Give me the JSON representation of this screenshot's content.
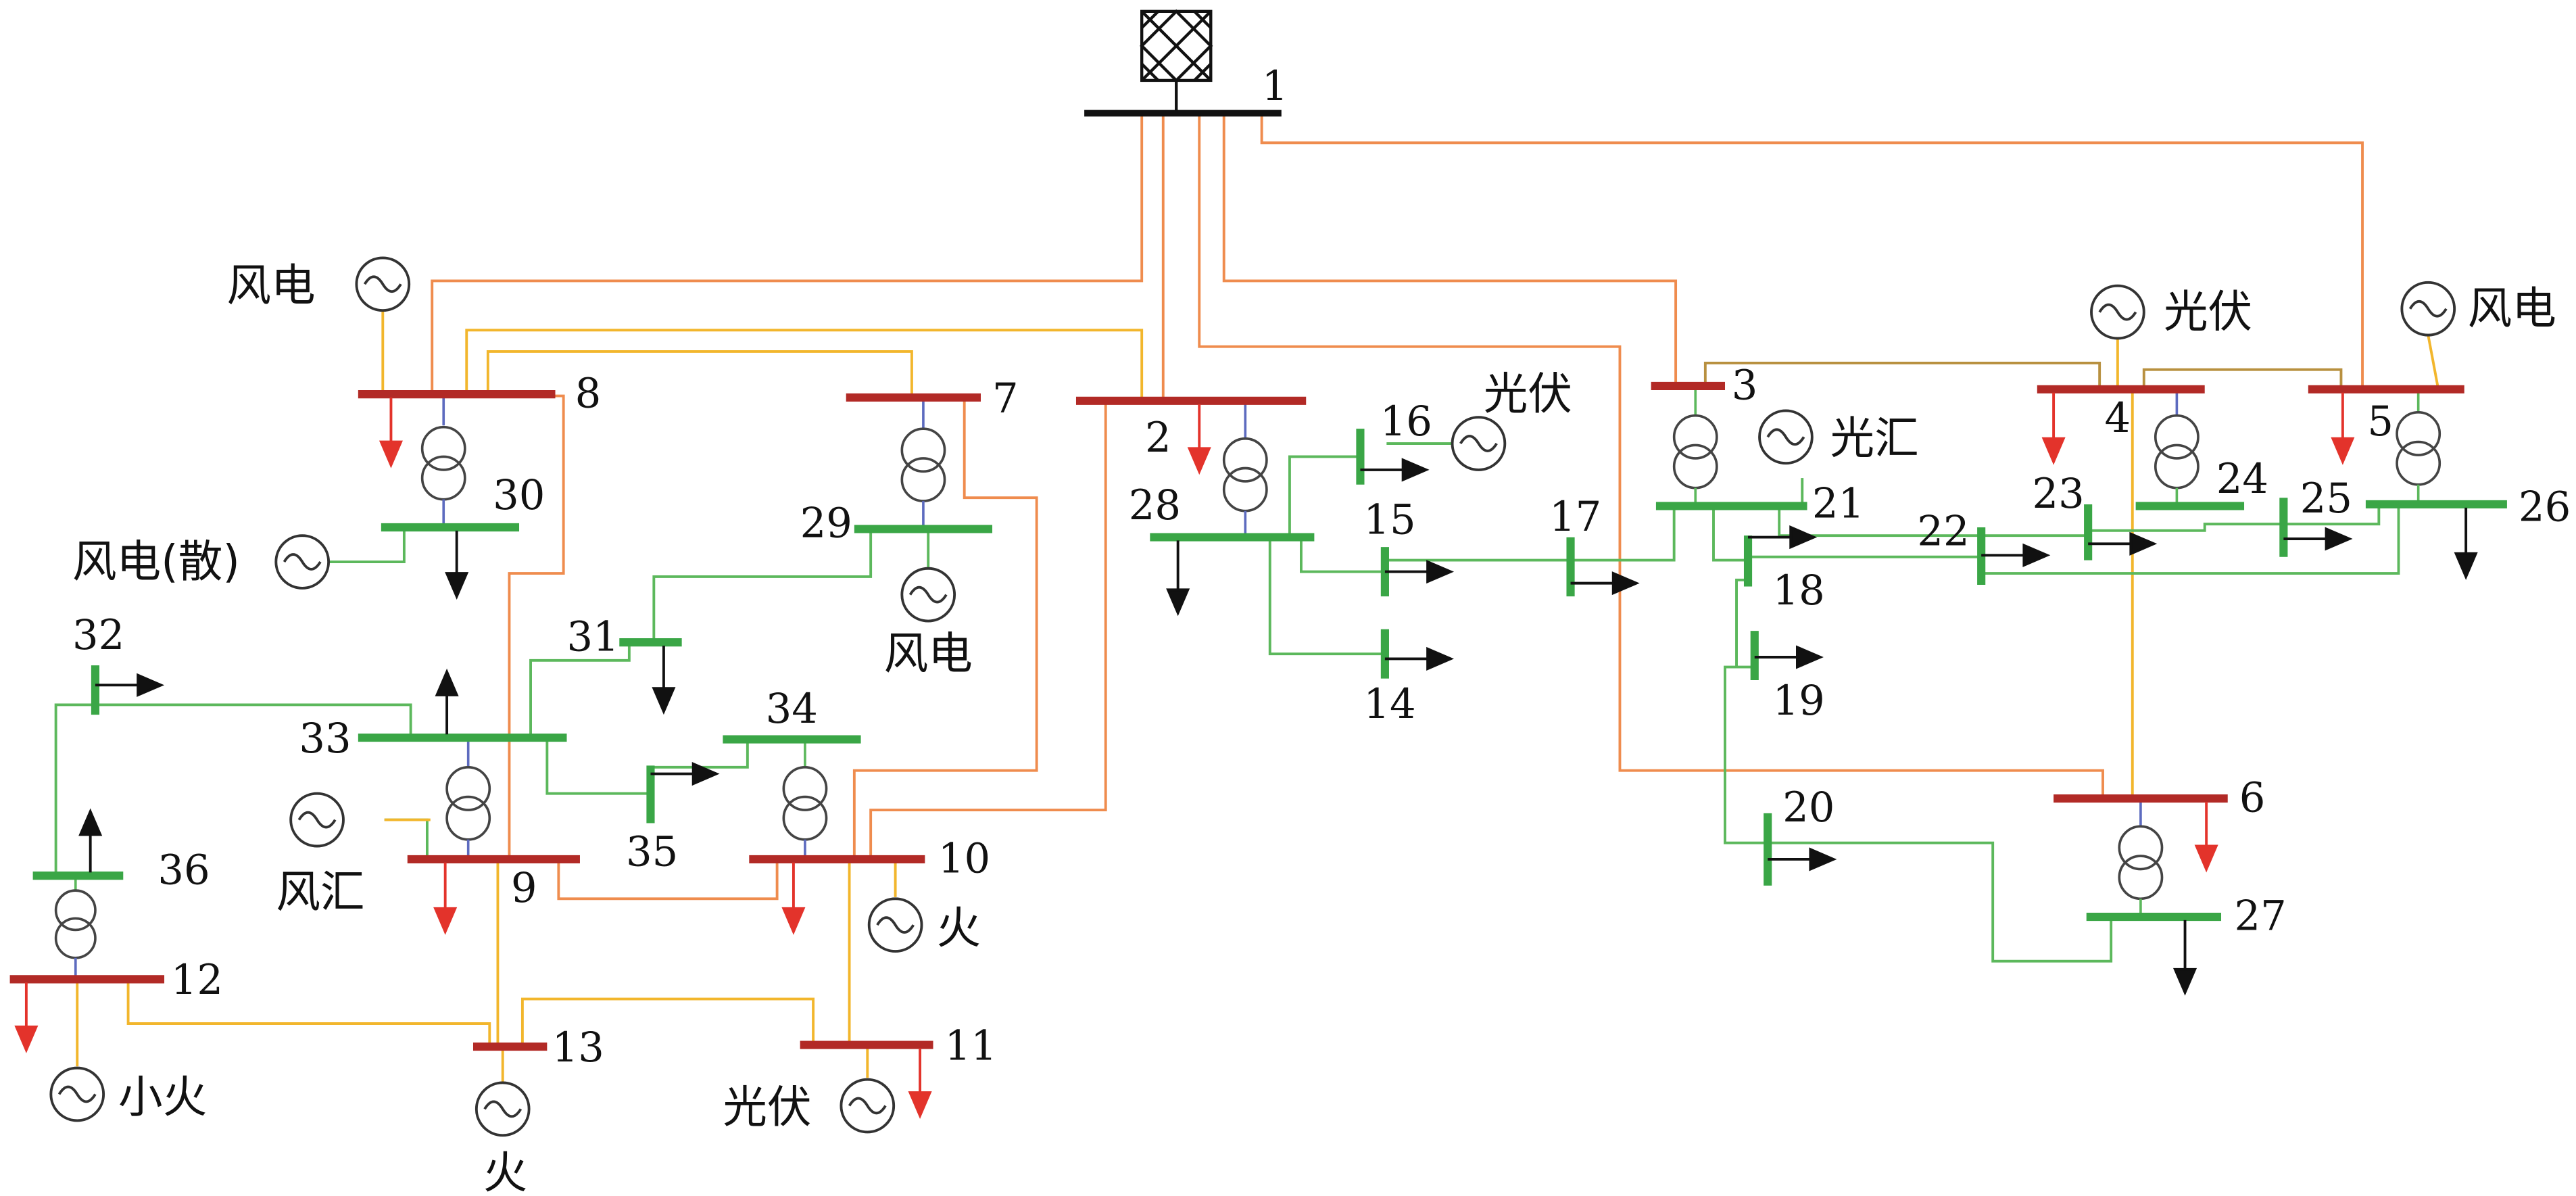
{
  "colors": {
    "bus_500kv": "#b22a26",
    "bus_220kv": "#3aa646",
    "bus_grid": "#111111",
    "line_500kv": "#ef8c4e",
    "line_220kv": "#5cb85c",
    "line_gen": "#f2b62c",
    "line_tie": "#b8903f",
    "transformer_link": "#5d6bbf",
    "load_500kv": "#e3332b",
    "load_220kv": "#111111"
  },
  "bus_labels": {
    "b1": "1",
    "b2": "2",
    "b3": "3",
    "b4": "4",
    "b5": "5",
    "b6": "6",
    "b7": "7",
    "b8": "8",
    "b9": "9",
    "b10": "10",
    "b11": "11",
    "b12": "12",
    "b13": "13",
    "b14": "14",
    "b15": "15",
    "b16": "16",
    "b17": "17",
    "b18": "18",
    "b19": "19",
    "b20": "20",
    "b21": "21",
    "b22": "22",
    "b23": "23",
    "b24": "24",
    "b25": "25",
    "b26": "26",
    "b27": "27",
    "b28": "28",
    "b29": "29",
    "b30": "30",
    "b31": "31",
    "b32": "32",
    "b33": "33",
    "b34": "34",
    "b35": "35",
    "b36": "36"
  },
  "gen_labels": {
    "g8": "风电",
    "g30": "风电(散)",
    "g29": "风电",
    "g9": "风汇",
    "g10": "火",
    "g11": "光伏",
    "g12": "小火",
    "g13": "火",
    "g16": "光伏",
    "g21": "光汇",
    "g4": "光伏",
    "g5": "风电"
  },
  "icons": {
    "grid": "external-grid-icon",
    "generator": "ac-generator-icon",
    "transformer": "two-winding-transformer-icon",
    "load": "load-arrow-icon"
  }
}
